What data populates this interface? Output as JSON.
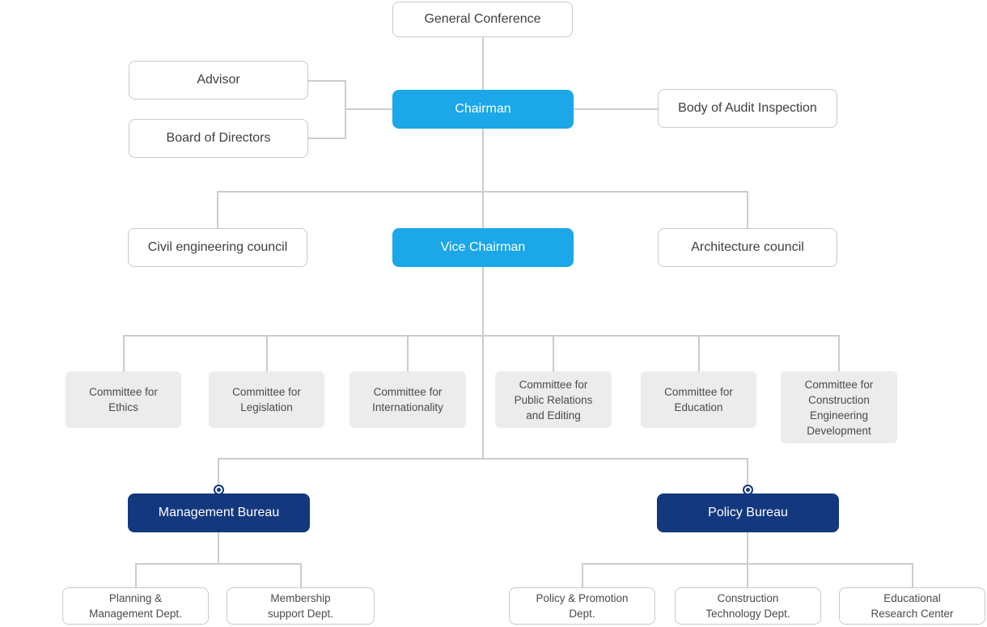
{
  "colors": {
    "accent_blue": "#1ba7e8",
    "navy": "#14387e",
    "line": "#cccccc",
    "box_border": "#c9c9c9",
    "committee_bg": "#ececec",
    "text_dark": "#3e3e3e",
    "text_muted": "#4b4b4b",
    "text_on_color": "#ffffff",
    "background": "#ffffff"
  },
  "nodes": {
    "general_conference": {
      "label": "General Conference"
    },
    "advisor": {
      "label": "Advisor"
    },
    "board_of_directors": {
      "label": "Board of Directors"
    },
    "chairman": {
      "label": "Chairman"
    },
    "body_of_audit_inspection": {
      "label": "Body of Audit Inspection"
    },
    "civil_engineering_council": {
      "label": "Civil engineering council"
    },
    "vice_chairman": {
      "label": "Vice Chairman"
    },
    "architecture_council": {
      "label": "Architecture council"
    },
    "committee_ethics": {
      "label": [
        "Committee for",
        "Ethics"
      ]
    },
    "committee_legislation": {
      "label": [
        "Committee for",
        "Legislation"
      ]
    },
    "committee_internationality": {
      "label": [
        "Committee for",
        "Internationality"
      ]
    },
    "committee_public_relations": {
      "label": [
        "Committee for",
        "Public Relations",
        "and Editing"
      ]
    },
    "committee_education": {
      "label": [
        "Committee for",
        "Education"
      ]
    },
    "committee_construction": {
      "label": [
        "Committee for",
        "Construction",
        "Engineering",
        "Development"
      ]
    },
    "management_bureau": {
      "label": "Management Bureau"
    },
    "policy_bureau": {
      "label": "Policy Bureau"
    },
    "planning_management_dept": {
      "label": [
        "Planning &",
        "Management Dept."
      ]
    },
    "membership_support_dept": {
      "label": [
        "Membership",
        "support Dept."
      ]
    },
    "policy_promotion_dept": {
      "label": [
        "Policy & Promotion",
        "Dept."
      ]
    },
    "construction_technology_dept": {
      "label": [
        "Construction",
        "Technology Dept."
      ]
    },
    "educational_research_center": {
      "label": [
        "Educational",
        "Research Center"
      ]
    }
  },
  "structure": {
    "top": "General Conference",
    "chairman_reports_to": "General Conference",
    "chairman_staff": [
      "Advisor",
      "Board of Directors"
    ],
    "chairman_side": [
      "Body of Audit Inspection"
    ],
    "vice_chairman_reports_to": "Chairman",
    "councils": [
      "Civil engineering council",
      "Architecture council"
    ],
    "committees_under_vice_chairman": [
      "Committee for Ethics",
      "Committee for Legislation",
      "Committee for Internationality",
      "Committee for Public Relations and Editing",
      "Committee for Education",
      "Committee for Construction Engineering Development"
    ],
    "bureaus": {
      "Management Bureau": [
        "Planning & Management Dept.",
        "Membership support Dept."
      ],
      "Policy Bureau": [
        "Policy & Promotion Dept.",
        "Construction Technology Dept.",
        "Educational Research Center"
      ]
    }
  }
}
